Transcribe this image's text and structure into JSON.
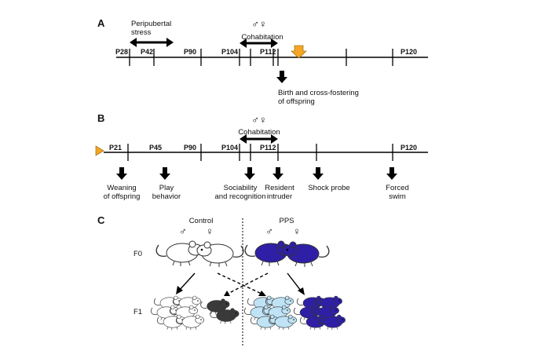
{
  "panel_a": {
    "letter": "A",
    "stress_label_line1": "Peripubertal",
    "stress_label_line2": "stress",
    "cohab_symbol": "♂♀",
    "cohab_label": "Cohabitation",
    "ticks": [
      "P28",
      "P42",
      "P90",
      "P104",
      "P112",
      "P120"
    ],
    "birth_line1": "Birth and cross-fostering",
    "birth_line2": "of offspring",
    "marker_color": "#F5A623"
  },
  "panel_b": {
    "letter": "B",
    "cohab_symbol": "♂♀",
    "cohab_label": "Cohabitation",
    "ticks": [
      "P21",
      "P45",
      "P90",
      "P104",
      "P112",
      "P120"
    ],
    "events": [
      {
        "line1": "Weaning",
        "line2": "of offspring"
      },
      {
        "line1": "Play",
        "line2": "behavior"
      },
      {
        "line1": "Sociability",
        "line2": "and recognition"
      },
      {
        "line1": "Resident",
        "line2": "intruder"
      },
      {
        "line1": "Shock probe",
        "line2": ""
      },
      {
        "line1": "Forced",
        "line2": "swim"
      }
    ]
  },
  "panel_c": {
    "letter": "C",
    "control_label": "Control",
    "pps_label": "PPS",
    "male_symbol": "♂",
    "female_symbol": "♀",
    "f0_label": "F0",
    "f1_label": "F1",
    "colors": {
      "control": "#FFFFFF",
      "pps": "#2E1FA6",
      "cross_control": "#BFE3F5",
      "cross_pps": "#3A3A3A"
    }
  }
}
